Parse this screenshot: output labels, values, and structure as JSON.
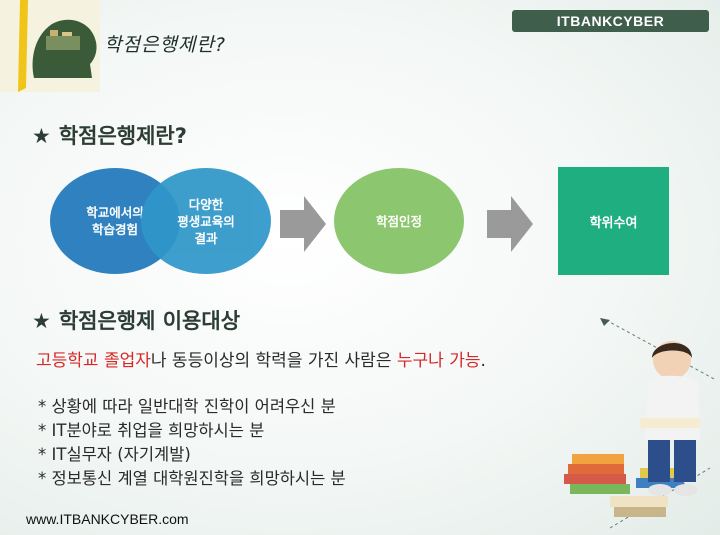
{
  "header": {
    "brand": "ITBANKCYBER",
    "title": "학점은행제란?"
  },
  "section1": {
    "star": "★",
    "heading": "학점은행제란?",
    "circle1": [
      "학교에서의",
      "학습경험"
    ],
    "circle2": [
      "다양한",
      "평생교육의",
      "결과"
    ],
    "circle3": "학점인정",
    "square": "학위수여"
  },
  "section2": {
    "star": "★",
    "heading": "학점은행제 이용대상",
    "line_red1": "고등학교 졸업자",
    "line_mid": "나 동등이상의 학력을 가진 사람은 ",
    "line_red2": "누구나 가능",
    "line_end": ".",
    "items": [
      "상황에 따라 일반대학 진학이 어려우신 분",
      "IT분야로 취업을 희망하시는 분",
      "IT실무자 (자기계발)",
      "정보통신 계열 대학원진학을 희망하시는 분"
    ]
  },
  "footer": {
    "url": "www.ITBANKCYBER.com"
  },
  "colors": {
    "brand_bg": "#3f5f4c",
    "circle1": "#2f82bf",
    "circle2": "#2f97c9",
    "circle3": "#8cc66e",
    "square": "#1fae80",
    "highlight": "#d62828"
  }
}
